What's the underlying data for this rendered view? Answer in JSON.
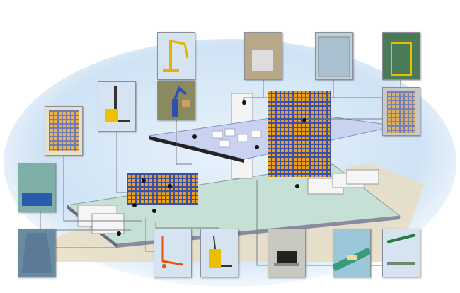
{
  "colors": {
    "sky_top": "#ffffff",
    "sky_mid": "#cfe3f5",
    "floor": "#e9dcbf",
    "platform": "#c9d3ef",
    "rack_orange": "#e8a020",
    "rack_blue": "#3b4fa8",
    "connector": "#7a7f88",
    "thumb_bg": "#d6e4f2"
  },
  "thumbnails": [
    {
      "id": "balancer",
      "icon": "balancer-crane-icon"
    },
    {
      "id": "robot",
      "icon": "palletizing-robot-icon"
    },
    {
      "id": "reach-truck",
      "icon": "reach-truck-icon"
    },
    {
      "id": "shelving",
      "icon": "shelving-rack-icon"
    },
    {
      "id": "dock-leveler",
      "icon": "dock-leveler-icon"
    },
    {
      "id": "ramp",
      "icon": "loading-ramp-icon"
    },
    {
      "id": "hand-pallet",
      "icon": "hand-pallet-truck-icon"
    },
    {
      "id": "electric-pallet",
      "icon": "electric-pallet-truck-icon"
    },
    {
      "id": "cart",
      "icon": "picking-cart-icon"
    },
    {
      "id": "conveyor-line",
      "icon": "conveyor-line-icon"
    },
    {
      "id": "conveyors",
      "icon": "roller-conveyor-icon"
    },
    {
      "id": "lift-station",
      "icon": "lift-station-icon"
    },
    {
      "id": "fast-door",
      "icon": "high-speed-door-icon"
    },
    {
      "id": "vertical-lift",
      "icon": "vertical-lift-icon"
    },
    {
      "id": "high-rack",
      "icon": "high-bay-rack-icon"
    }
  ]
}
